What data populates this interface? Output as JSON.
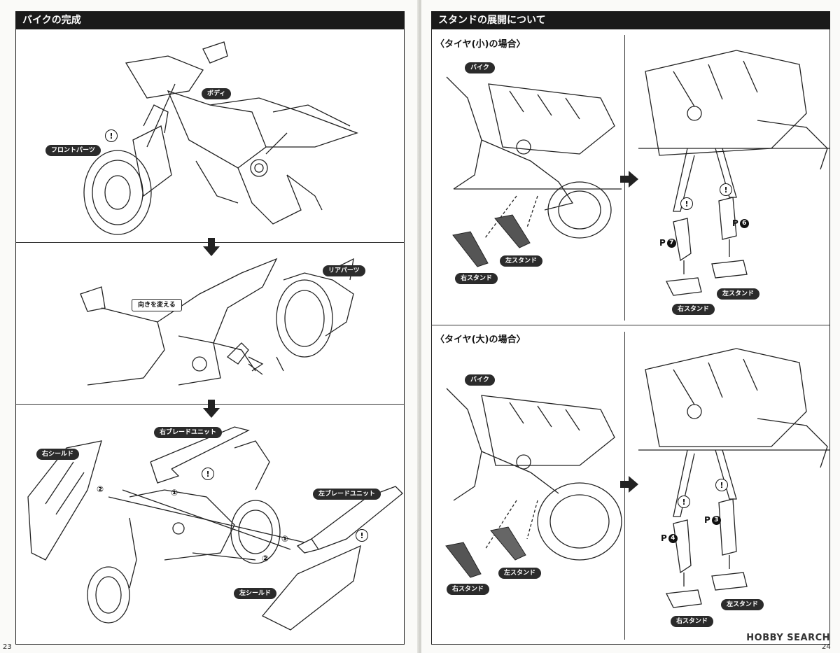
{
  "left_page": {
    "title": "バイクの完成",
    "page_number": "23",
    "labels": {
      "body": "ボディ",
      "front_parts": "フロントパーツ",
      "rear_parts": "リアパーツ",
      "change_direction": "向きを変える",
      "right_blade_unit": "右ブレードユニット",
      "right_shield": "右シールド",
      "left_blade_unit": "左ブレードユニット",
      "left_shield": "左シールド"
    },
    "step_markers": [
      "①",
      "②",
      "①",
      "②"
    ],
    "warning_mark": "!"
  },
  "right_page": {
    "title": "スタンドの展開について",
    "page_number": "24",
    "section_small": {
      "heading": "〈タイヤ(小)の場合〉",
      "bike": "バイク",
      "right_stand": "右スタンド",
      "left_stand": "左スタンド",
      "part_p7": "P",
      "part_p7_num": "7",
      "part_p6": "P",
      "part_p6_num": "6"
    },
    "section_large": {
      "heading": "〈タイヤ(大)の場合〉",
      "bike": "バイク",
      "right_stand": "右スタンド",
      "left_stand": "左スタンド",
      "part_p4": "P",
      "part_p4_num": "4",
      "part_p3": "P",
      "part_p3_num": "3"
    }
  },
  "watermark": "HOBBY SEARCH",
  "colors": {
    "title_bg": "#1a1a1a",
    "label_bg": "#2b2b2b",
    "line": "#222222"
  }
}
